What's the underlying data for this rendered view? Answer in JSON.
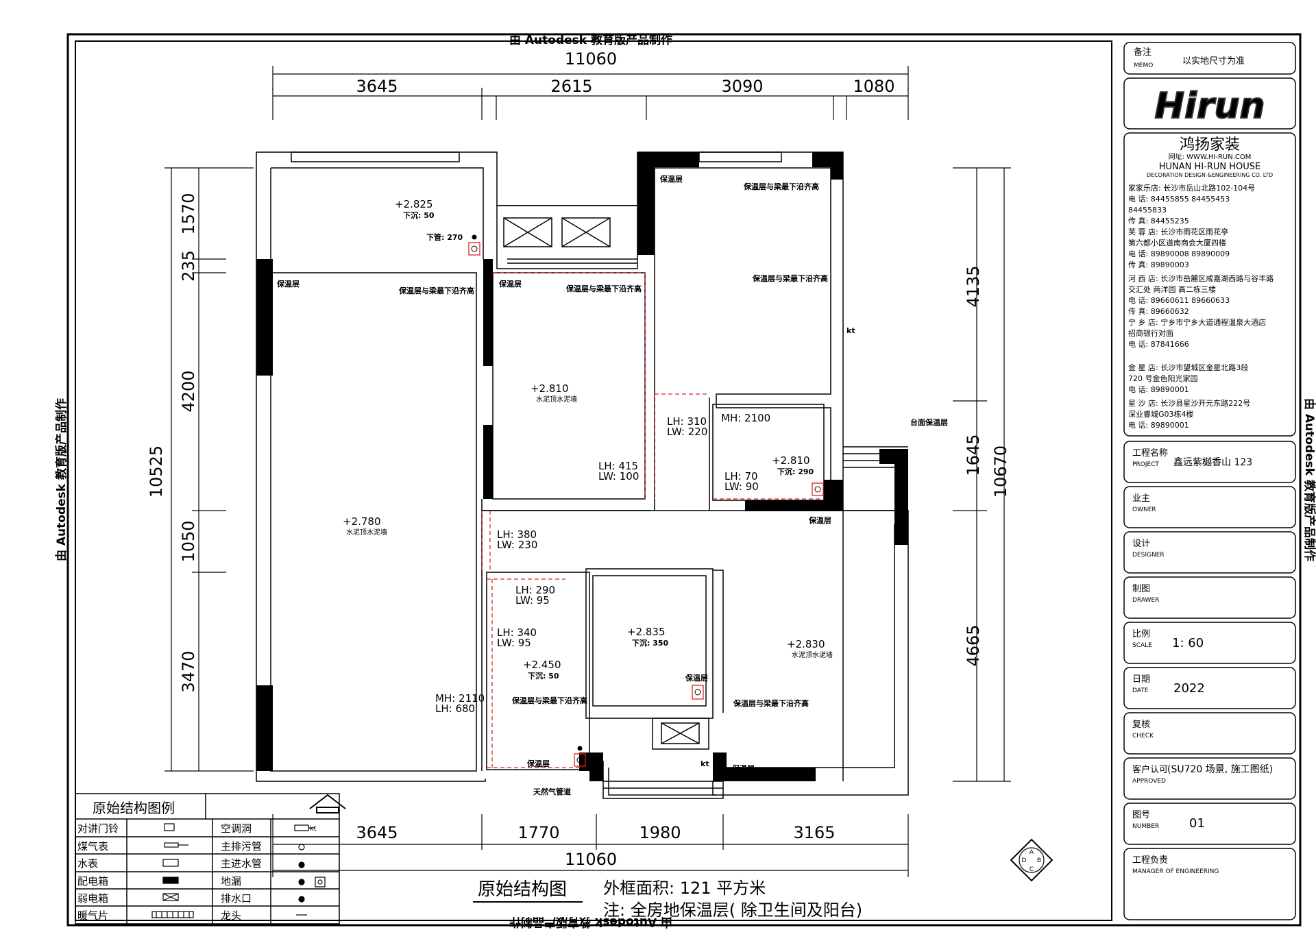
{
  "watermark": {
    "top": "由 Autodesk 教育版产品制作",
    "bottom": "由 Autodesk 教育版产品制作",
    "left": "由 Autodesk 教育版产品制作",
    "right": "由 Autodesk 教育版产品制作"
  },
  "dimensions": {
    "top_total": "11060",
    "top_segments": [
      "3645",
      "2615",
      "3090",
      "1080"
    ],
    "bottom_total": "11060",
    "bottom_segments": [
      "3645",
      "1770",
      "1980",
      "3165"
    ],
    "left_total": "10525",
    "left_segments": [
      "1570",
      "235",
      "4200",
      "1050",
      "3470"
    ],
    "right_total": "10670",
    "right_segments": [
      "4135",
      "1645",
      "4665"
    ]
  },
  "rooms": {
    "top_left": {
      "level": "+2.825",
      "drop": "下沉: 50",
      "drop2": "下管: 270"
    },
    "left_large": {
      "level": "+2.780",
      "note": "水泥顶水泥墙"
    },
    "middle_room": {
      "level": "+2.810",
      "note": "水泥顶水泥墙"
    },
    "small_bath": {
      "level": "+2.810",
      "drop": "下沉: 290"
    },
    "bath_left": {
      "level": "+2.450",
      "drop": "下沉: 50"
    },
    "bath_mid": {
      "level": "+2.835",
      "drop": "下沉: 350"
    },
    "living": {
      "level": "+2.830",
      "note": "水泥顶水泥墙"
    }
  },
  "openings": {
    "o1": {
      "lh": "LH: 415",
      "lw": "LW: 100"
    },
    "o2": {
      "lh": "LH: 310",
      "lw": "LW: 220"
    },
    "o3": {
      "mh": "MH: 2100"
    },
    "o4": {
      "lh": "LH: 70",
      "lw": "LW: 90"
    },
    "o5": {
      "lh": "LH: 380",
      "lw": "LW: 230"
    },
    "o6": {
      "lh": "LH: 290",
      "lw": "LW: 95"
    },
    "o7": {
      "lh": "LH: 340",
      "lw": "LW: 95"
    },
    "o8": {
      "mh": "MH: 2110",
      "lh": "LH: 680"
    }
  },
  "notes": {
    "insulation": "保温层",
    "insulation_beam": "保温层与梁最下沿齐高",
    "counter_insulation": "台面保温层",
    "gas_pipe": "天然气管道",
    "kt": "kt"
  },
  "legend": {
    "title": "原始结构图例",
    "rows": [
      {
        "a": "对讲门铃",
        "b": "空调洞"
      },
      {
        "a": "煤气表",
        "b": "主排污管"
      },
      {
        "a": "水表",
        "b": "主进水管"
      },
      {
        "a": "配电箱",
        "b": "地漏"
      },
      {
        "a": "弱电箱",
        "b": "排水口"
      },
      {
        "a": "暖气片",
        "b": "龙头"
      }
    ]
  },
  "caption": {
    "title": "原始结构图",
    "area": "外框面积: 121 平方米",
    "note": "注: 全房地保温层( 除卫生间及阳台)"
  },
  "north_marks": [
    "A",
    "B",
    "C",
    "D"
  ],
  "title_block": {
    "memo_label": "备注",
    "memo_label_en": "MEMO",
    "memo_value": "以实地尺寸为准",
    "logo": "Hirun",
    "company_cn": "鸿扬家装",
    "website": "网址: WWW.HI-RUN.COM",
    "company_en": "HUNAN HI-RUN HOUSE",
    "company_en2": "DECORATION DESIGN &ENGINEERING CO. LTD",
    "contacts": [
      "家家乐店: 长沙市岳山北路102-104号",
      "电      话: 84455855      84455453",
      "                84455833",
      "传      真: 84455235",
      "芙  蓉  店: 长沙市雨花区雨花亭",
      "                第六都小区道南商会大厦四楼",
      "电      话: 89890008      89890009",
      "传      真: 89890003",
      "河  西  店: 长沙市岳麓区咸嘉湖西路与谷丰路",
      "                交汇处  两洋园  高二栋三楼",
      "电      话: 89660611      89660633",
      "传      真: 89660632",
      "宁  乡  店: 宁乡市宁乡大道通程温泉大酒店",
      "                招商银行对面",
      "电      话: 87841666",
      "",
      "金  星  店: 长沙市望城区金星北路3段",
      "                720 号金色阳光家园",
      "电      话: 89890001",
      "星  沙  店: 长沙县星沙开元东路222号",
      "                深业睿城G03栋4楼",
      "电      话: 89890001"
    ],
    "fields": [
      {
        "cn": "工程名称",
        "en": "PROJECT",
        "value": "鑫远紫樾香山  123"
      },
      {
        "cn": "业主",
        "en": "OWNER",
        "value": ""
      },
      {
        "cn": "设计",
        "en": "DESIGNER",
        "value": ""
      },
      {
        "cn": "制图",
        "en": "DRAWER",
        "value": ""
      },
      {
        "cn": "比例",
        "en": "SCALE",
        "value": "1: 60"
      },
      {
        "cn": "日期",
        "en": "DATE",
        "value": "2022"
      },
      {
        "cn": "复核",
        "en": "CHECK",
        "value": ""
      },
      {
        "cn": "客户认可",
        "en": "APPROVED",
        "value": "(SU720 场景, 施工图纸)"
      },
      {
        "cn": "图号",
        "en": "NUMBER",
        "value": "01"
      },
      {
        "cn": "工程负责",
        "en": "MANAGER OF ENGINEERING",
        "value": ""
      }
    ]
  }
}
